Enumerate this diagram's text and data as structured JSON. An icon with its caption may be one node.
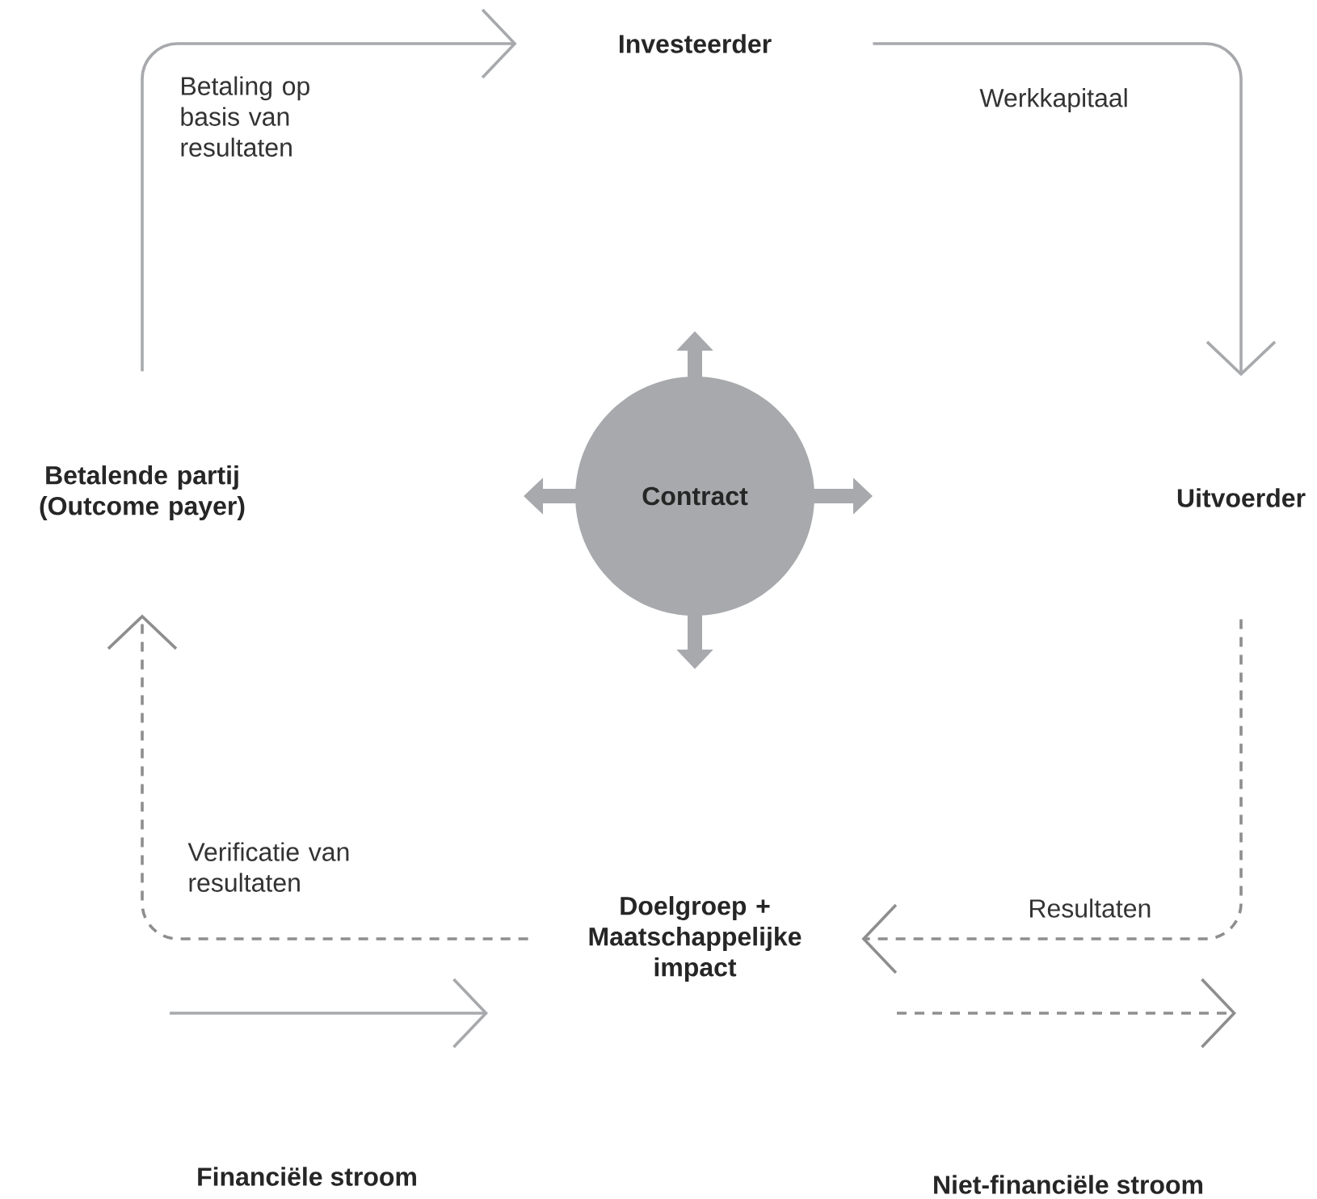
{
  "diagram": {
    "nodes": [
      {
        "text": [
          "Investeerder"
        ]
      },
      {
        "text": [
          "Betalende partij (Outcome payer)"
        ]
      },
      {
        "text": [
          "Contract"
        ]
      },
      {
        "text": [
          "Uitvoerder"
        ]
      },
      {
        "text": [
          "Doelgroep + Maatschappelijke impact"
        ]
      }
    ],
    "edges": [
      {
        "from": 1,
        "to": 0,
        "arrow": "to",
        "label": "Betaling op basis van resultaten"
      },
      {
        "from": 0,
        "to": 3,
        "arrow": "to",
        "label": "Werkkapitaal"
      },
      {
        "from": 3,
        "to": 4,
        "arrow": "to",
        "label": "Resultaten",
        "style": "dashed"
      },
      {
        "from": 4,
        "to": 1,
        "arrow": "to",
        "label": "Verificatie van resultaten",
        "style": "dashed"
      }
    ],
    "legend": [
      {
        "text": "Financiële stroom"
      },
      {
        "text": "Niet-financiële stroom"
      }
    ]
  }
}
